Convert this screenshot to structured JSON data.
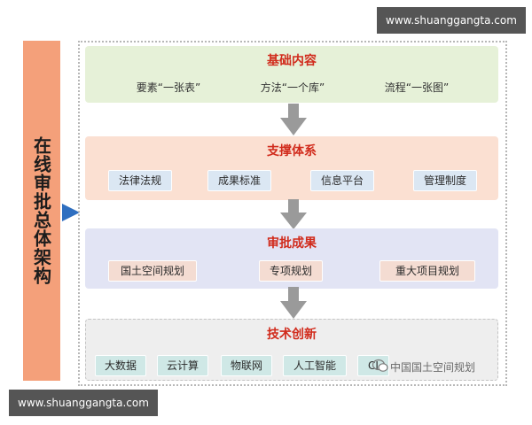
{
  "watermarks": {
    "top": "www.shuanggangta.com",
    "bottom": "www.shuanggangta.com"
  },
  "left_label": "在线审批总体架构",
  "sections": {
    "basic": {
      "title": "基础内容",
      "items": [
        "要素“一张表”",
        "方法“一个库”",
        "流程“一张图”"
      ]
    },
    "support": {
      "title": "支撑体系",
      "items": [
        "法律法规",
        "成果标准",
        "信息平台",
        "管理制度"
      ]
    },
    "results": {
      "title": "审批成果",
      "items": [
        "国土空间规划",
        "专项规划",
        "重大项目规划"
      ]
    },
    "tech": {
      "title": "技术创新",
      "items": [
        "大数据",
        "云计算",
        "物联网",
        "人工智能",
        "CI"
      ]
    }
  },
  "wechat_label": "中国国土空间规划",
  "colors": {
    "title_red": "#d12b1c",
    "left_bar": "#f4a07a",
    "arrow_gray": "#9a9a9a",
    "pointer_blue": "#2f6fc0",
    "band_green": "#e6f1d8",
    "band_peach": "#fbe0d2",
    "band_lavender": "#e2e4f4",
    "band_gray": "#eeeeee"
  }
}
